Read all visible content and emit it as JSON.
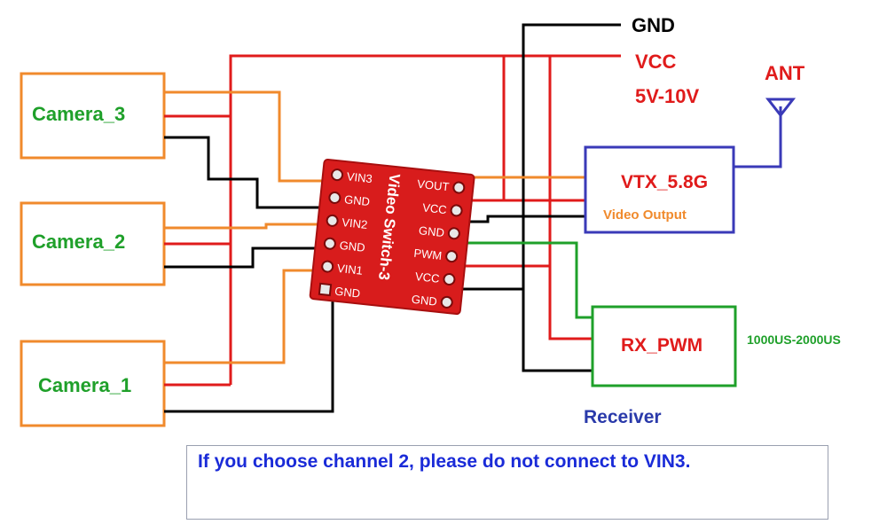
{
  "cameras": [
    {
      "label": "Camera_3"
    },
    {
      "label": "Camera_2"
    },
    {
      "label": "Camera_1"
    }
  ],
  "power": {
    "gnd": "GND",
    "vcc": "VCC",
    "voltage": "5V-10V"
  },
  "antenna": {
    "label": "ANT"
  },
  "vtx": {
    "label": "VTX_5.8G",
    "sublabel": "Video Output"
  },
  "receiver": {
    "box_label": "RX_PWM",
    "pwm_range": "1000US-2000US",
    "caption": "Receiver"
  },
  "board": {
    "name": "Video Switch-3",
    "left_pins": [
      "VIN3",
      "GND",
      "VIN2",
      "GND",
      "VIN1",
      "GND"
    ],
    "right_pins": [
      "VOUT",
      "VCC",
      "GND",
      "PWM",
      "VCC",
      "GND"
    ]
  },
  "note": "If you choose channel 2, please do not connect to VIN3.",
  "colors": {
    "camera_box": "#f08a2c",
    "label_green": "#1fa02a",
    "wire_red": "#e01b1b",
    "wire_black": "#000000",
    "wire_orange": "#f08a2c",
    "wire_green": "#1fa02a",
    "vtx_box": "#3a3ab8",
    "receiver_box": "#1fa02a",
    "text_red": "#e01b1b",
    "text_blue": "#2a3aaa",
    "board_red": "#d81c1c"
  }
}
